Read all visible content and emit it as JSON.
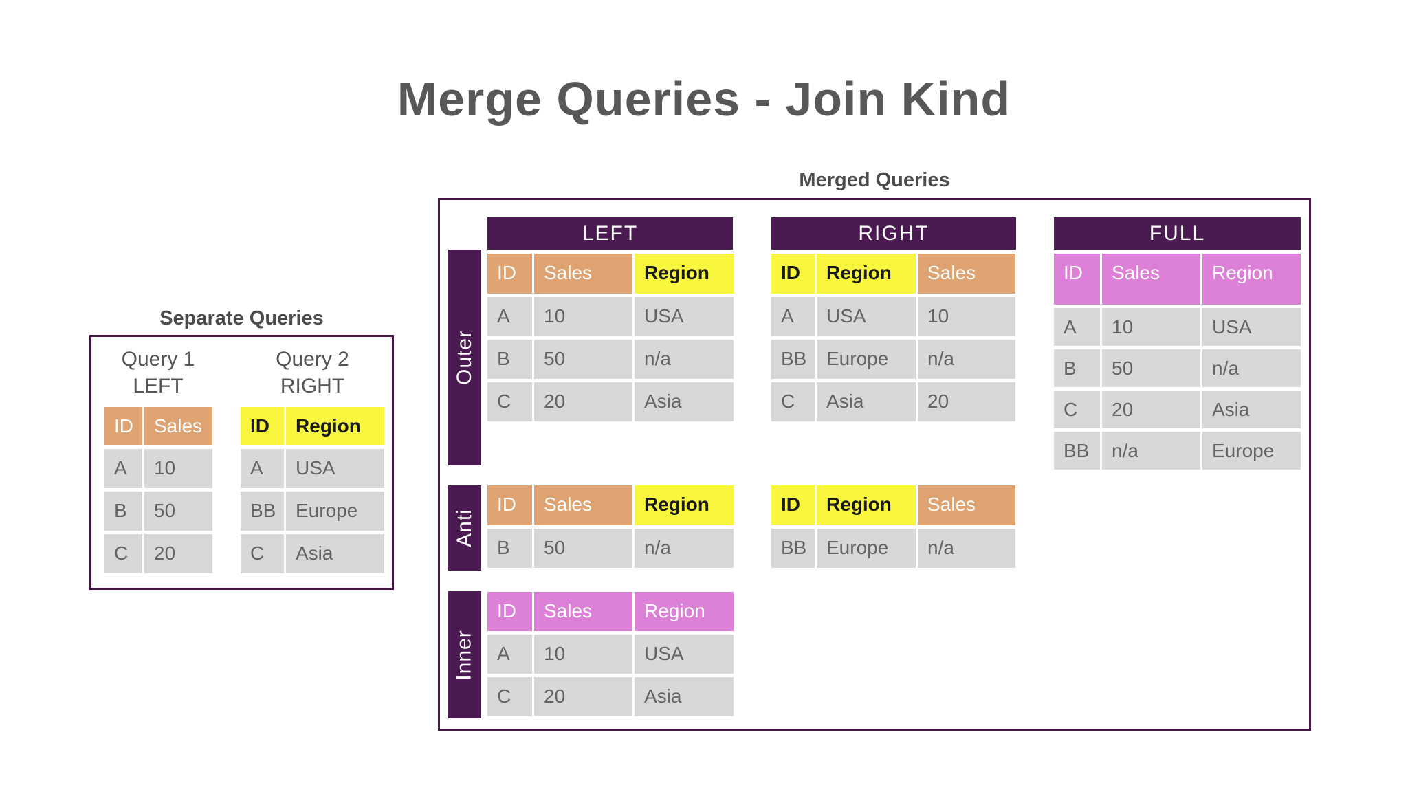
{
  "page": {
    "title": "Merge Queries - Join Kind"
  },
  "colors": {
    "purple": "#4c1a52",
    "box_border": "#451344",
    "orange": "#dfa271",
    "yellow": "#f8f73e",
    "pink": "#dc80d8",
    "cell_gray": "#d8d8d8",
    "title_gray": "#58585a"
  },
  "separate": {
    "heading": "Separate Queries",
    "query1": {
      "title": [
        "Query 1",
        "LEFT"
      ],
      "headers": [
        "ID",
        "Sales"
      ],
      "rows": [
        [
          "A",
          "10"
        ],
        [
          "B",
          "50"
        ],
        [
          "C",
          "20"
        ]
      ]
    },
    "query2": {
      "title": [
        "Query 2",
        "RIGHT"
      ],
      "headers": [
        "ID",
        "Region"
      ],
      "rows": [
        [
          "A",
          "USA"
        ],
        [
          "BB",
          "Europe"
        ],
        [
          "C",
          "Asia"
        ]
      ]
    }
  },
  "merged": {
    "heading": "Merged Queries",
    "join_labels": {
      "outer": "Outer",
      "anti": "Anti",
      "inner": "Inner"
    },
    "left": {
      "bar": "LEFT",
      "headers": [
        "ID",
        "Sales",
        "Region"
      ],
      "rows": [
        [
          "A",
          "10",
          "USA"
        ],
        [
          "B",
          "50",
          "n/a"
        ],
        [
          "C",
          "20",
          "Asia"
        ]
      ]
    },
    "right": {
      "bar": "RIGHT",
      "headers": [
        "ID",
        "Region",
        "Sales"
      ],
      "rows": [
        [
          "A",
          "USA",
          "10"
        ],
        [
          "BB",
          "Europe",
          "n/a"
        ],
        [
          "C",
          "Asia",
          "20"
        ]
      ]
    },
    "full": {
      "bar": "FULL",
      "headers": [
        "ID",
        "Sales",
        "Region"
      ],
      "rows": [
        [
          "A",
          "10",
          "USA"
        ],
        [
          "B",
          "50",
          "n/a"
        ],
        [
          "C",
          "20",
          "Asia"
        ],
        [
          "BB",
          "n/a",
          "Europe"
        ]
      ]
    },
    "anti_left": {
      "headers": [
        "ID",
        "Sales",
        "Region"
      ],
      "rows": [
        [
          "B",
          "50",
          "n/a"
        ]
      ]
    },
    "anti_right": {
      "headers": [
        "ID",
        "Region",
        "Sales"
      ],
      "rows": [
        [
          "BB",
          "Europe",
          "n/a"
        ]
      ]
    },
    "inner": {
      "headers": [
        "ID",
        "Sales",
        "Region"
      ],
      "rows": [
        [
          "A",
          "10",
          "USA"
        ],
        [
          "C",
          "20",
          "Asia"
        ]
      ]
    }
  }
}
